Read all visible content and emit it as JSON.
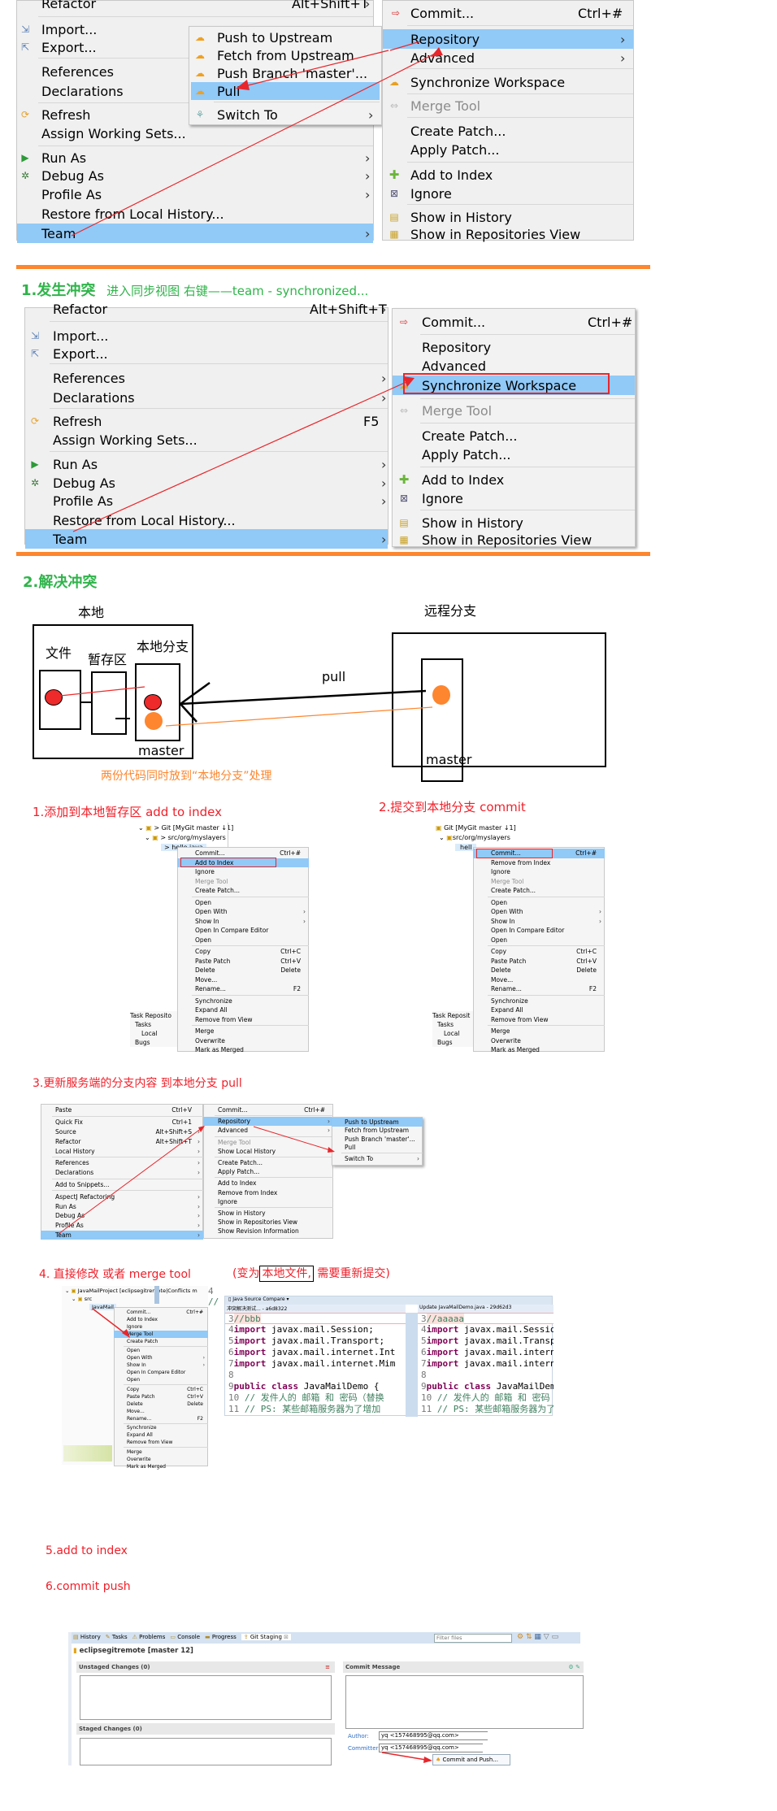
{
  "section0": {
    "context_menu": {
      "items": [
        {
          "label": "Refactor",
          "shortcut": "Alt+Shift+T",
          "arrow": true
        },
        {
          "label": "Import...",
          "icon": "import-icon"
        },
        {
          "label": "Export...",
          "icon": "export-icon"
        },
        {
          "label": "References",
          "arrow": true
        },
        {
          "label": "Declarations",
          "arrow": true
        },
        {
          "label": "Refresh",
          "icon": "refresh-icon"
        },
        {
          "label": "Assign Working Sets..."
        },
        {
          "label": "Run As",
          "icon": "run-icon",
          "arrow": true
        },
        {
          "label": "Debug As",
          "icon": "debug-icon",
          "arrow": true
        },
        {
          "label": "Profile As",
          "arrow": true
        },
        {
          "label": "Restore from Local History..."
        },
        {
          "label": "Team",
          "arrow": true,
          "selected": true
        }
      ]
    },
    "repository_submenu": {
      "items": [
        {
          "label": "Push to Upstream",
          "icon": "push-upstream-icon"
        },
        {
          "label": "Fetch from Upstream",
          "icon": "fetch-upstream-icon"
        },
        {
          "label": "Push Branch 'master'...",
          "icon": "push-branch-icon"
        },
        {
          "label": "Pull",
          "icon": "pull-icon",
          "selected": true
        },
        {
          "label": "Switch To",
          "icon": "switch-icon",
          "arrow": true
        }
      ]
    },
    "team_submenu": {
      "items": [
        {
          "label": "Commit...",
          "shortcut": "Ctrl+#",
          "icon": "commit-icon"
        },
        {
          "label": "Repository",
          "arrow": true,
          "selected": true
        },
        {
          "label": "Advanced",
          "arrow": true
        },
        {
          "label": "Synchronize Workspace",
          "icon": "synchronize-icon"
        },
        {
          "label": "Merge Tool",
          "icon": "merge-tool-icon",
          "disabled": true
        },
        {
          "label": "Create Patch..."
        },
        {
          "label": "Apply Patch..."
        },
        {
          "label": "Add to Index",
          "icon": "add-icon"
        },
        {
          "label": "Ignore",
          "icon": "ignore-icon"
        },
        {
          "label": "Show in History",
          "icon": "history-icon"
        },
        {
          "label": "Show in Repositories View",
          "icon": "git-repo-icon"
        }
      ]
    }
  },
  "section1": {
    "heading": "1.发生冲突",
    "subheading": "进入同步视图  右键——team - synchronized...",
    "context_menu": {
      "items": [
        {
          "label": "Refactor",
          "shortcut": "Alt+Shift+T",
          "arrow": true
        },
        {
          "label": "Import...",
          "icon": "import-icon"
        },
        {
          "label": "Export...",
          "icon": "export-icon"
        },
        {
          "label": "References",
          "arrow": true
        },
        {
          "label": "Declarations",
          "arrow": true
        },
        {
          "label": "Refresh",
          "shortcut": "F5",
          "icon": "refresh-icon"
        },
        {
          "label": "Assign Working Sets..."
        },
        {
          "label": "Run As",
          "icon": "run-icon",
          "arrow": true
        },
        {
          "label": "Debug As",
          "icon": "debug-icon",
          "arrow": true
        },
        {
          "label": "Profile As",
          "arrow": true
        },
        {
          "label": "Restore from Local History..."
        },
        {
          "label": "Team",
          "arrow": true,
          "selected": true
        }
      ]
    },
    "team_submenu": {
      "items": [
        {
          "label": "Commit...",
          "shortcut": "Ctrl+#",
          "icon": "commit-icon"
        },
        {
          "label": "Repository"
        },
        {
          "label": "Advanced"
        },
        {
          "label": "Synchronize Workspace",
          "icon": "synchronize-icon",
          "selected": true
        },
        {
          "label": "Merge Tool",
          "icon": "merge-tool-icon",
          "disabled": true
        },
        {
          "label": "Create Patch..."
        },
        {
          "label": "Apply Patch..."
        },
        {
          "label": "Add to Index",
          "icon": "add-icon"
        },
        {
          "label": "Ignore",
          "icon": "ignore-icon"
        },
        {
          "label": "Show in History",
          "icon": "history-icon"
        },
        {
          "label": "Show in Repositories View",
          "icon": "git-repo-icon"
        }
      ]
    }
  },
  "section2": {
    "heading": "2.解决冲突",
    "diagram": {
      "local_label": "本地",
      "remote_label": "远程分支",
      "file_label": "文件",
      "staging_label": "暂存区",
      "local_branch_label": "本地分支",
      "local_master": "master",
      "remote_master": "master",
      "pull_label": "pull",
      "caption": "两份代码同时放到“本地分支”处理"
    },
    "steps": {
      "step1": "1.添加到本地暂存区 add to index",
      "step2": "2.提交到本地分支 commit",
      "step3": "3.更新服务端的分支内容  到本地分支 pull",
      "step4": "4. 直接修改 或者 merge tool",
      "step4_note_prefix": "(变为",
      "step4_note_boxed": "本地文件,",
      "step4_note_suffix": " 需要重新提交)",
      "step5": "5.add to index",
      "step6": "6.commit push"
    }
  },
  "shot_add_index": {
    "tree": [
      "> Git [MyGit master ↓1]",
      "> src/org/myslayers",
      "> hello.java"
    ],
    "menu": [
      {
        "label": "Commit...",
        "shortcut": "Ctrl+#"
      },
      {
        "label": "Add to Index",
        "selected": true
      },
      {
        "label": "Ignore"
      },
      {
        "label": "Merge Tool",
        "disabled": true
      },
      {
        "label": "Create Patch..."
      },
      {
        "label": "Open"
      },
      {
        "label": "Open With",
        "arrow": true
      },
      {
        "label": "Show In",
        "arrow": true
      },
      {
        "label": "Open In Compare Editor"
      },
      {
        "label": "Open"
      },
      {
        "label": "Copy",
        "shortcut": "Ctrl+C"
      },
      {
        "label": "Paste Patch",
        "shortcut": "Ctrl+V"
      },
      {
        "label": "Delete",
        "shortcut": "Delete"
      },
      {
        "label": "Move..."
      },
      {
        "label": "Rename...",
        "shortcut": "F2"
      },
      {
        "label": "Synchronize"
      },
      {
        "label": "Expand All"
      },
      {
        "label": "Remove from View"
      },
      {
        "label": "Merge"
      },
      {
        "label": "Overwrite"
      },
      {
        "label": "Mark as Merged"
      }
    ],
    "task_panel": [
      "Task Reposito",
      "Tasks",
      "Local",
      "Bugs"
    ]
  },
  "shot_commit": {
    "tree": [
      "Git [MyGit master ↓1]",
      "src/org/myslayers",
      "hell"
    ],
    "menu": [
      {
        "label": "Commit...",
        "shortcut": "Ctrl+#",
        "selected": true
      },
      {
        "label": "Remove from Index"
      },
      {
        "label": "Ignore"
      },
      {
        "label": "Merge Tool",
        "disabled": true
      },
      {
        "label": "Create Patch..."
      },
      {
        "label": "Open"
      },
      {
        "label": "Open With",
        "arrow": true
      },
      {
        "label": "Show In",
        "arrow": true
      },
      {
        "label": "Open In Compare Editor"
      },
      {
        "label": "Open"
      },
      {
        "label": "Copy",
        "shortcut": "Ctrl+C"
      },
      {
        "label": "Paste Patch",
        "shortcut": "Ctrl+V"
      },
      {
        "label": "Delete",
        "shortcut": "Delete"
      },
      {
        "label": "Move..."
      },
      {
        "label": "Rename...",
        "shortcut": "F2"
      },
      {
        "label": "Synchronize"
      },
      {
        "label": "Expand All"
      },
      {
        "label": "Remove from View"
      },
      {
        "label": "Merge"
      },
      {
        "label": "Overwrite"
      },
      {
        "label": "Mark as Merged"
      }
    ],
    "task_panel": [
      "Task Reposit",
      "Tasks",
      "Local",
      "Bugs"
    ]
  },
  "shot_pull": {
    "menu1": [
      {
        "label": "Paste",
        "shortcut": "Ctrl+V"
      },
      {
        "label": "Quick Fix",
        "shortcut": "Ctrl+1"
      },
      {
        "label": "Source",
        "shortcut": "Alt+Shift+S",
        "arrow": true
      },
      {
        "label": "Refactor",
        "shortcut": "Alt+Shift+T",
        "arrow": true
      },
      {
        "label": "Local History",
        "arrow": true
      },
      {
        "label": "References",
        "arrow": true
      },
      {
        "label": "Declarations",
        "arrow": true
      },
      {
        "label": "Add to Snippets..."
      },
      {
        "label": "AspectJ Refactoring",
        "arrow": true
      },
      {
        "label": "Run As",
        "arrow": true
      },
      {
        "label": "Debug As",
        "arrow": true
      },
      {
        "label": "Profile As",
        "arrow": true
      },
      {
        "label": "Team",
        "arrow": true,
        "selected": true
      }
    ],
    "menu2": [
      {
        "label": "Commit...",
        "shortcut": "Ctrl+#"
      },
      {
        "label": "Repository",
        "arrow": true,
        "selected": true
      },
      {
        "label": "Advanced",
        "arrow": true
      },
      {
        "label": "Merge Tool",
        "disabled": true
      },
      {
        "label": "Show Local History"
      },
      {
        "label": "Create Patch..."
      },
      {
        "label": "Apply Patch..."
      },
      {
        "label": "Add to Index"
      },
      {
        "label": "Remove from Index"
      },
      {
        "label": "Ignore"
      },
      {
        "label": "Show in History"
      },
      {
        "label": "Show in Repositories View"
      },
      {
        "label": "Show Revision Information"
      }
    ],
    "menu3": [
      {
        "label": "Push to Upstream",
        "selected": true
      },
      {
        "label": "Fetch from Upstream"
      },
      {
        "label": "Push Branch 'master'..."
      },
      {
        "label": "Pull"
      },
      {
        "label": "Switch To",
        "arrow": true
      }
    ]
  },
  "shot_merge": {
    "tree": [
      "JavaMailProject [eclipsegitremote|Conflicts m",
      "src",
      "JavaMail"
    ],
    "menu": [
      {
        "label": "Commit...",
        "shortcut": "Ctrl+#"
      },
      {
        "label": "Add to Index"
      },
      {
        "label": "Ignore"
      },
      {
        "label": "Merge Tool",
        "selected": true
      },
      {
        "label": "Create Patch"
      },
      {
        "label": "Open"
      },
      {
        "label": "Open With",
        "arrow": true
      },
      {
        "label": "Show In",
        "arrow": true
      },
      {
        "label": "Open In Compare Editor"
      },
      {
        "label": "Open"
      },
      {
        "label": "Copy",
        "shortcut": "Ctrl+C"
      },
      {
        "label": "Paste Patch",
        "shortcut": "Ctrl+V"
      },
      {
        "label": "Delete",
        "shortcut": "Delete"
      },
      {
        "label": "Move..."
      },
      {
        "label": "Rename...",
        "shortcut": "F2"
      },
      {
        "label": "Synchronize"
      },
      {
        "label": "Expand All"
      },
      {
        "label": "Remove from View"
      },
      {
        "label": "Merge"
      },
      {
        "label": "Overwrite"
      },
      {
        "label": "Mark as Merged"
      }
    ]
  },
  "compare": {
    "title": "Java Source Compare",
    "left_header": "冲突解决测试... - a6d8322",
    "right_header": "Update JavaMailDemo.java - 29d62d3",
    "left_lines": [
      {
        "n": "3",
        "text": "//bbb",
        "type": "comment-changed"
      },
      {
        "n": "4",
        "kw": "import",
        "text": " javax.mail.Session;"
      },
      {
        "n": "5",
        "kw": "import",
        "text": " javax.mail.Transport;"
      },
      {
        "n": "6",
        "kw": "import",
        "text": " javax.mail.internet.Int"
      },
      {
        "n": "7",
        "kw": "import",
        "text": " javax.mail.internet.Mim"
      },
      {
        "n": "8",
        "text": ""
      },
      {
        "n": "9",
        "kw": "public class",
        "text": " JavaMailDemo {"
      },
      {
        "n": "10",
        "text": "    // 发件人的 邮箱 和 密码（替换",
        "type": "comment"
      },
      {
        "n": "11",
        "text": "    // PS: 某些邮箱服务器为了增加",
        "type": "comment"
      }
    ],
    "right_lines": [
      {
        "n": "3",
        "text": "//aaaaa",
        "type": "comment-changed"
      },
      {
        "n": "4",
        "kw": "import",
        "text": " javax.mail.Session;"
      },
      {
        "n": "5",
        "kw": "import",
        "text": " javax.mail.Transport;"
      },
      {
        "n": "6",
        "kw": "import",
        "text": " javax.mail.internet.Int"
      },
      {
        "n": "7",
        "kw": "import",
        "text": " javax.mail.internet.Mim"
      },
      {
        "n": "8",
        "text": ""
      },
      {
        "n": "9",
        "kw": "public class",
        "text": " JavaMailDemo {"
      },
      {
        "n": "10",
        "text": "    // 发件人的 邮箱 和 密码（替换",
        "type": "comment"
      },
      {
        "n": "11",
        "text": "    // PS: 某些邮箱服务器为了增加",
        "type": "comment"
      }
    ]
  },
  "staging": {
    "tabs": [
      "History",
      "Tasks",
      "Problems",
      "Console",
      "Progress",
      "Git Staging"
    ],
    "filter_placeholder": "Filter files",
    "repo_title": "eclipsegitremote [master 12]",
    "unstaged_header": "Unstaged Changes (0)",
    "staged_header": "Staged Changes (0)",
    "commit_message_header": "Commit Message",
    "author_label": "Author:",
    "author_value": "yq <157468995@qq.com>",
    "committer_label": "Committer:",
    "committer_value": "yq <157468995@qq.com>",
    "commit_push_label": "Commit and Push..."
  },
  "colors": {
    "selection": "#91c9f7",
    "orange": "#fd862e",
    "green": "#2fb44a",
    "red": "#f0202a"
  }
}
